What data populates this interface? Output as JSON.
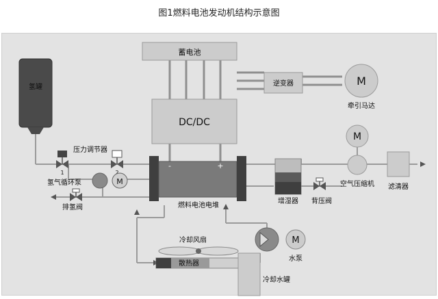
{
  "title": "图1燃料电池发动机结构示意图",
  "labels": {
    "battery": "蓄电池",
    "dcdc": "DC/DC",
    "inverter": "逆变器",
    "motor_symbol": "M",
    "traction_motor": "牵引马达",
    "hydrogen_tank": "氢罐",
    "pressure_regulator": "压力调节器",
    "valve_1": "1",
    "valve_2": "2",
    "hydrogen_pump": "氢气循环泵",
    "purge_valve": "排氢阀",
    "stack": "燃料电池电堆",
    "minus": "-",
    "plus": "+",
    "humidifier": "增湿器",
    "back_pressure_valve": "背压阀",
    "air_compressor": "空气压缩机",
    "air_filter": "滤清器",
    "cooling_fan": "冷却风扇",
    "radiator": "散热器",
    "water_pump": "水泵",
    "coolant_tank": "冷却水罐"
  },
  "colors": {
    "box_fill": "#cfcfcf",
    "box_stroke": "#9a9a9a",
    "line": "#8a8a8a",
    "stack_fill": "#7a7a7a",
    "dark": "#3f3f3f",
    "frame_bg": "#e3e3e3"
  }
}
